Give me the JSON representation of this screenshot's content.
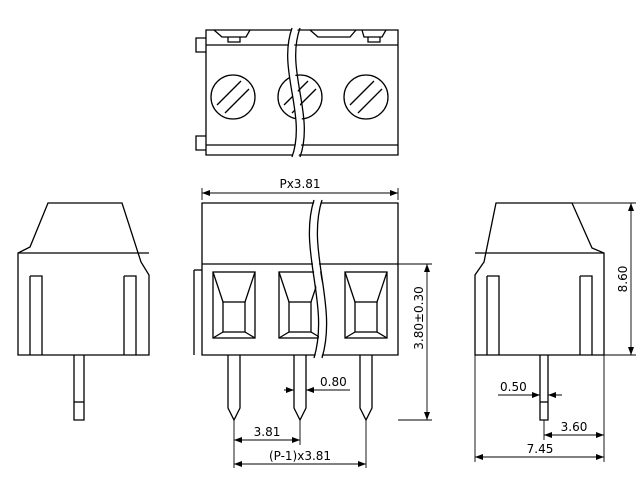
{
  "drawing": {
    "dimensions": {
      "pitch_width": "Px3.81",
      "height_total": "8.60",
      "height_body": "3.80±0.30",
      "pin_width": "0.80",
      "pin_pitch": "3.81",
      "pin_span": "(P-1)x3.81",
      "pin_thickness": "0.50",
      "pin_offset": "3.60",
      "depth": "7.45"
    },
    "poles_shown": 3
  }
}
